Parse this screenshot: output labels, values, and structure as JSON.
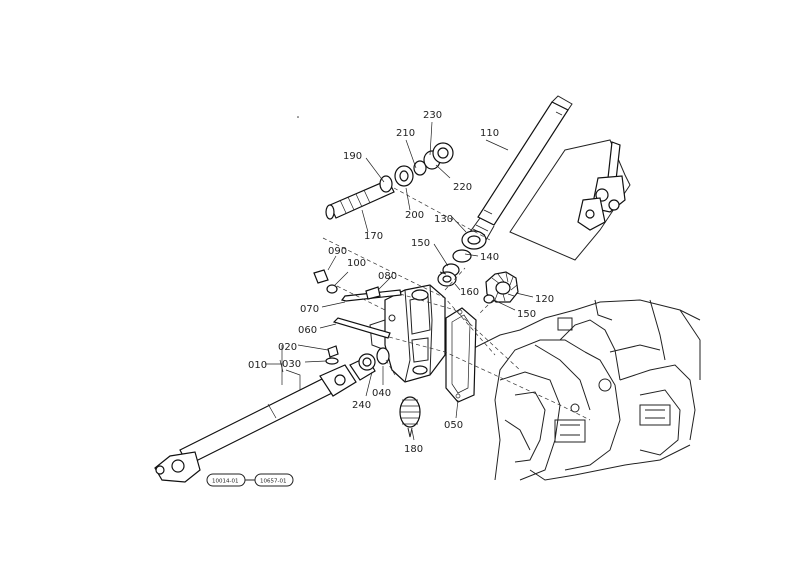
{
  "diagram": {
    "labels": {
      "p010": "010",
      "p020": "020",
      "p030": "030",
      "p040": "040",
      "p050": "050",
      "p060": "060",
      "p070": "070",
      "p080": "080",
      "p090": "090",
      "p100": "100",
      "p110": "110",
      "p120": "120",
      "p130": "130",
      "p140": "140",
      "p150a": "150",
      "p150b": "150",
      "p160": "160",
      "p170": "170",
      "p180": "180",
      "p190": "190",
      "p200": "200",
      "p210": "210",
      "p220": "220",
      "p230": "230",
      "p240": "240"
    },
    "refs": {
      "ref_left": "10014-01",
      "ref_right": "10657-01"
    }
  }
}
